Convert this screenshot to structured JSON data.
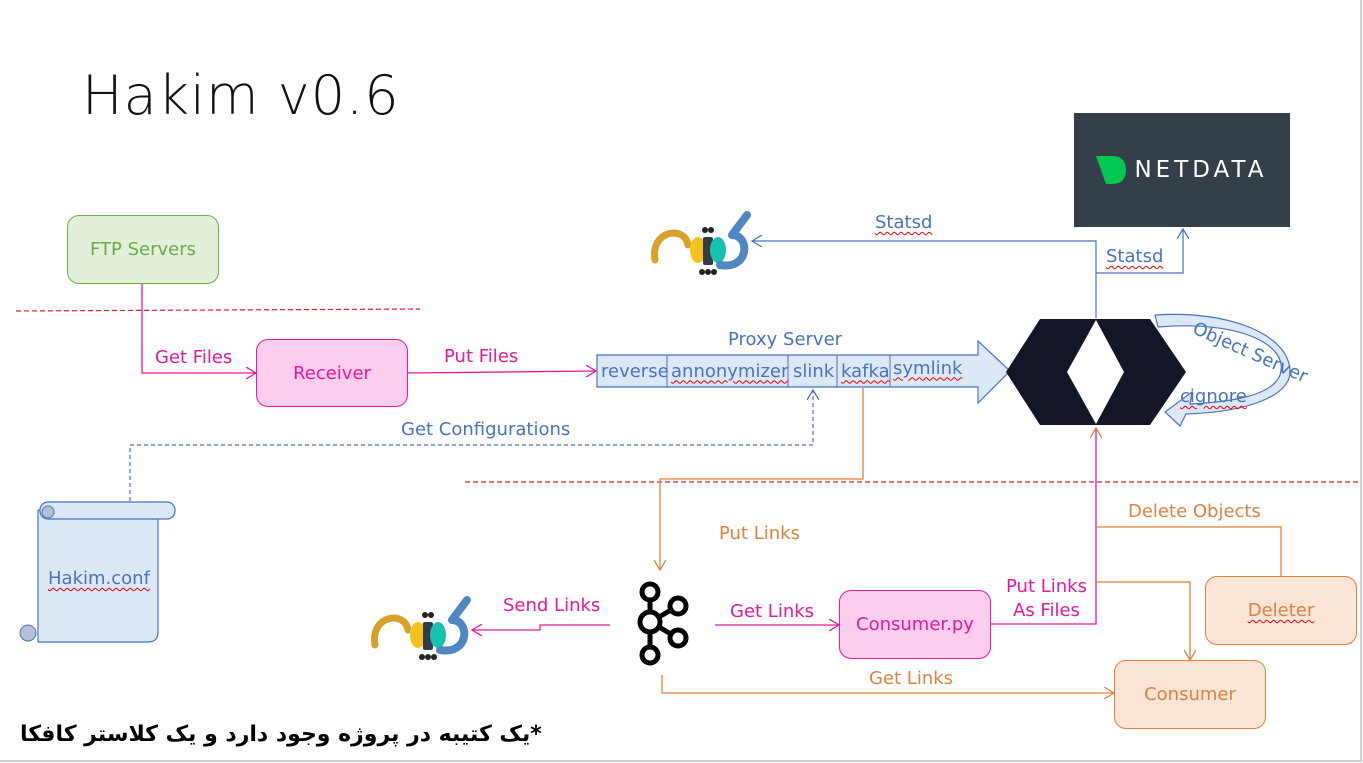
{
  "title": "Hakim v0.6",
  "nodes": {
    "ftp_servers": "FTP Servers",
    "receiver": "Receiver",
    "consumer_py": "Consumer.py",
    "deleter": "Deleter",
    "consumer": "Consumer",
    "config_file": "Hakim.conf",
    "netdata": "NETDATA",
    "proxy_server": "Proxy Server",
    "object_server": "Object Server"
  },
  "proxy_modules": [
    "reverse",
    "annonymizer",
    "slink",
    "kafka",
    "symlink"
  ],
  "edges": {
    "get_files": "Get Files",
    "put_files": "Put Files",
    "get_configurations": "Get Configurations",
    "statsd_top": "Statsd",
    "statsd_netdata": "Statsd",
    "cignore": "cignore",
    "put_links": "Put Links",
    "send_links": "Send Links",
    "get_links_py": "Get Links",
    "put_links_as_files_1": "Put Links",
    "put_links_as_files_2": "As Files",
    "get_links_consumer": "Get Links",
    "delete_objects": "Delete Objects"
  },
  "footnote": "*یک کتیبه در پروژه وجود دارد و یک کلاستر کافکا",
  "colors": {
    "pink": "#e6199b",
    "blue": "#4a72c4",
    "orange": "#e0823d",
    "green": "#70ad47",
    "netdata_bg": "#353f49",
    "netdata_green": "#00c853",
    "divider_red": "#e02020"
  }
}
